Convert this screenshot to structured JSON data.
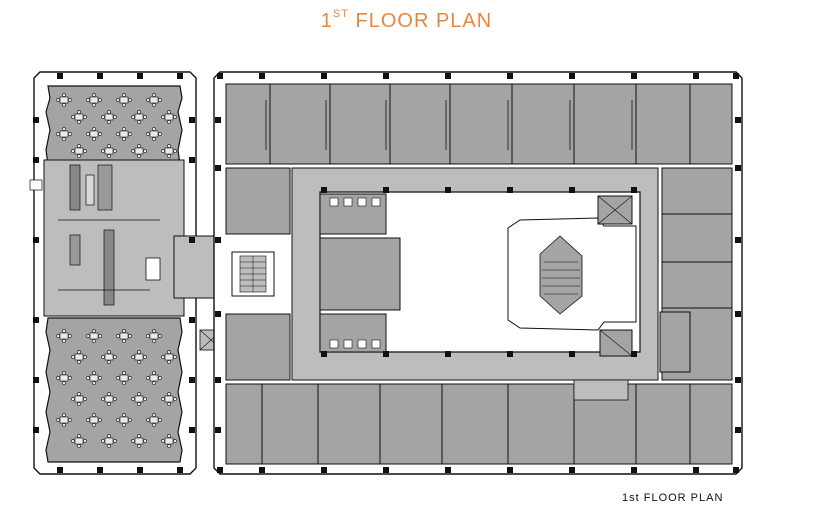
{
  "title": {
    "number": "1",
    "superscript": "ST",
    "text": "FLOOR PLAN"
  },
  "caption": "1st FLOOR PLAN",
  "colors": {
    "title": "#e8853f",
    "room_fill": "#a4a4a4",
    "corridor_fill": "#bdbdbd",
    "wall": "#111111",
    "open_area": "#ffffff"
  }
}
